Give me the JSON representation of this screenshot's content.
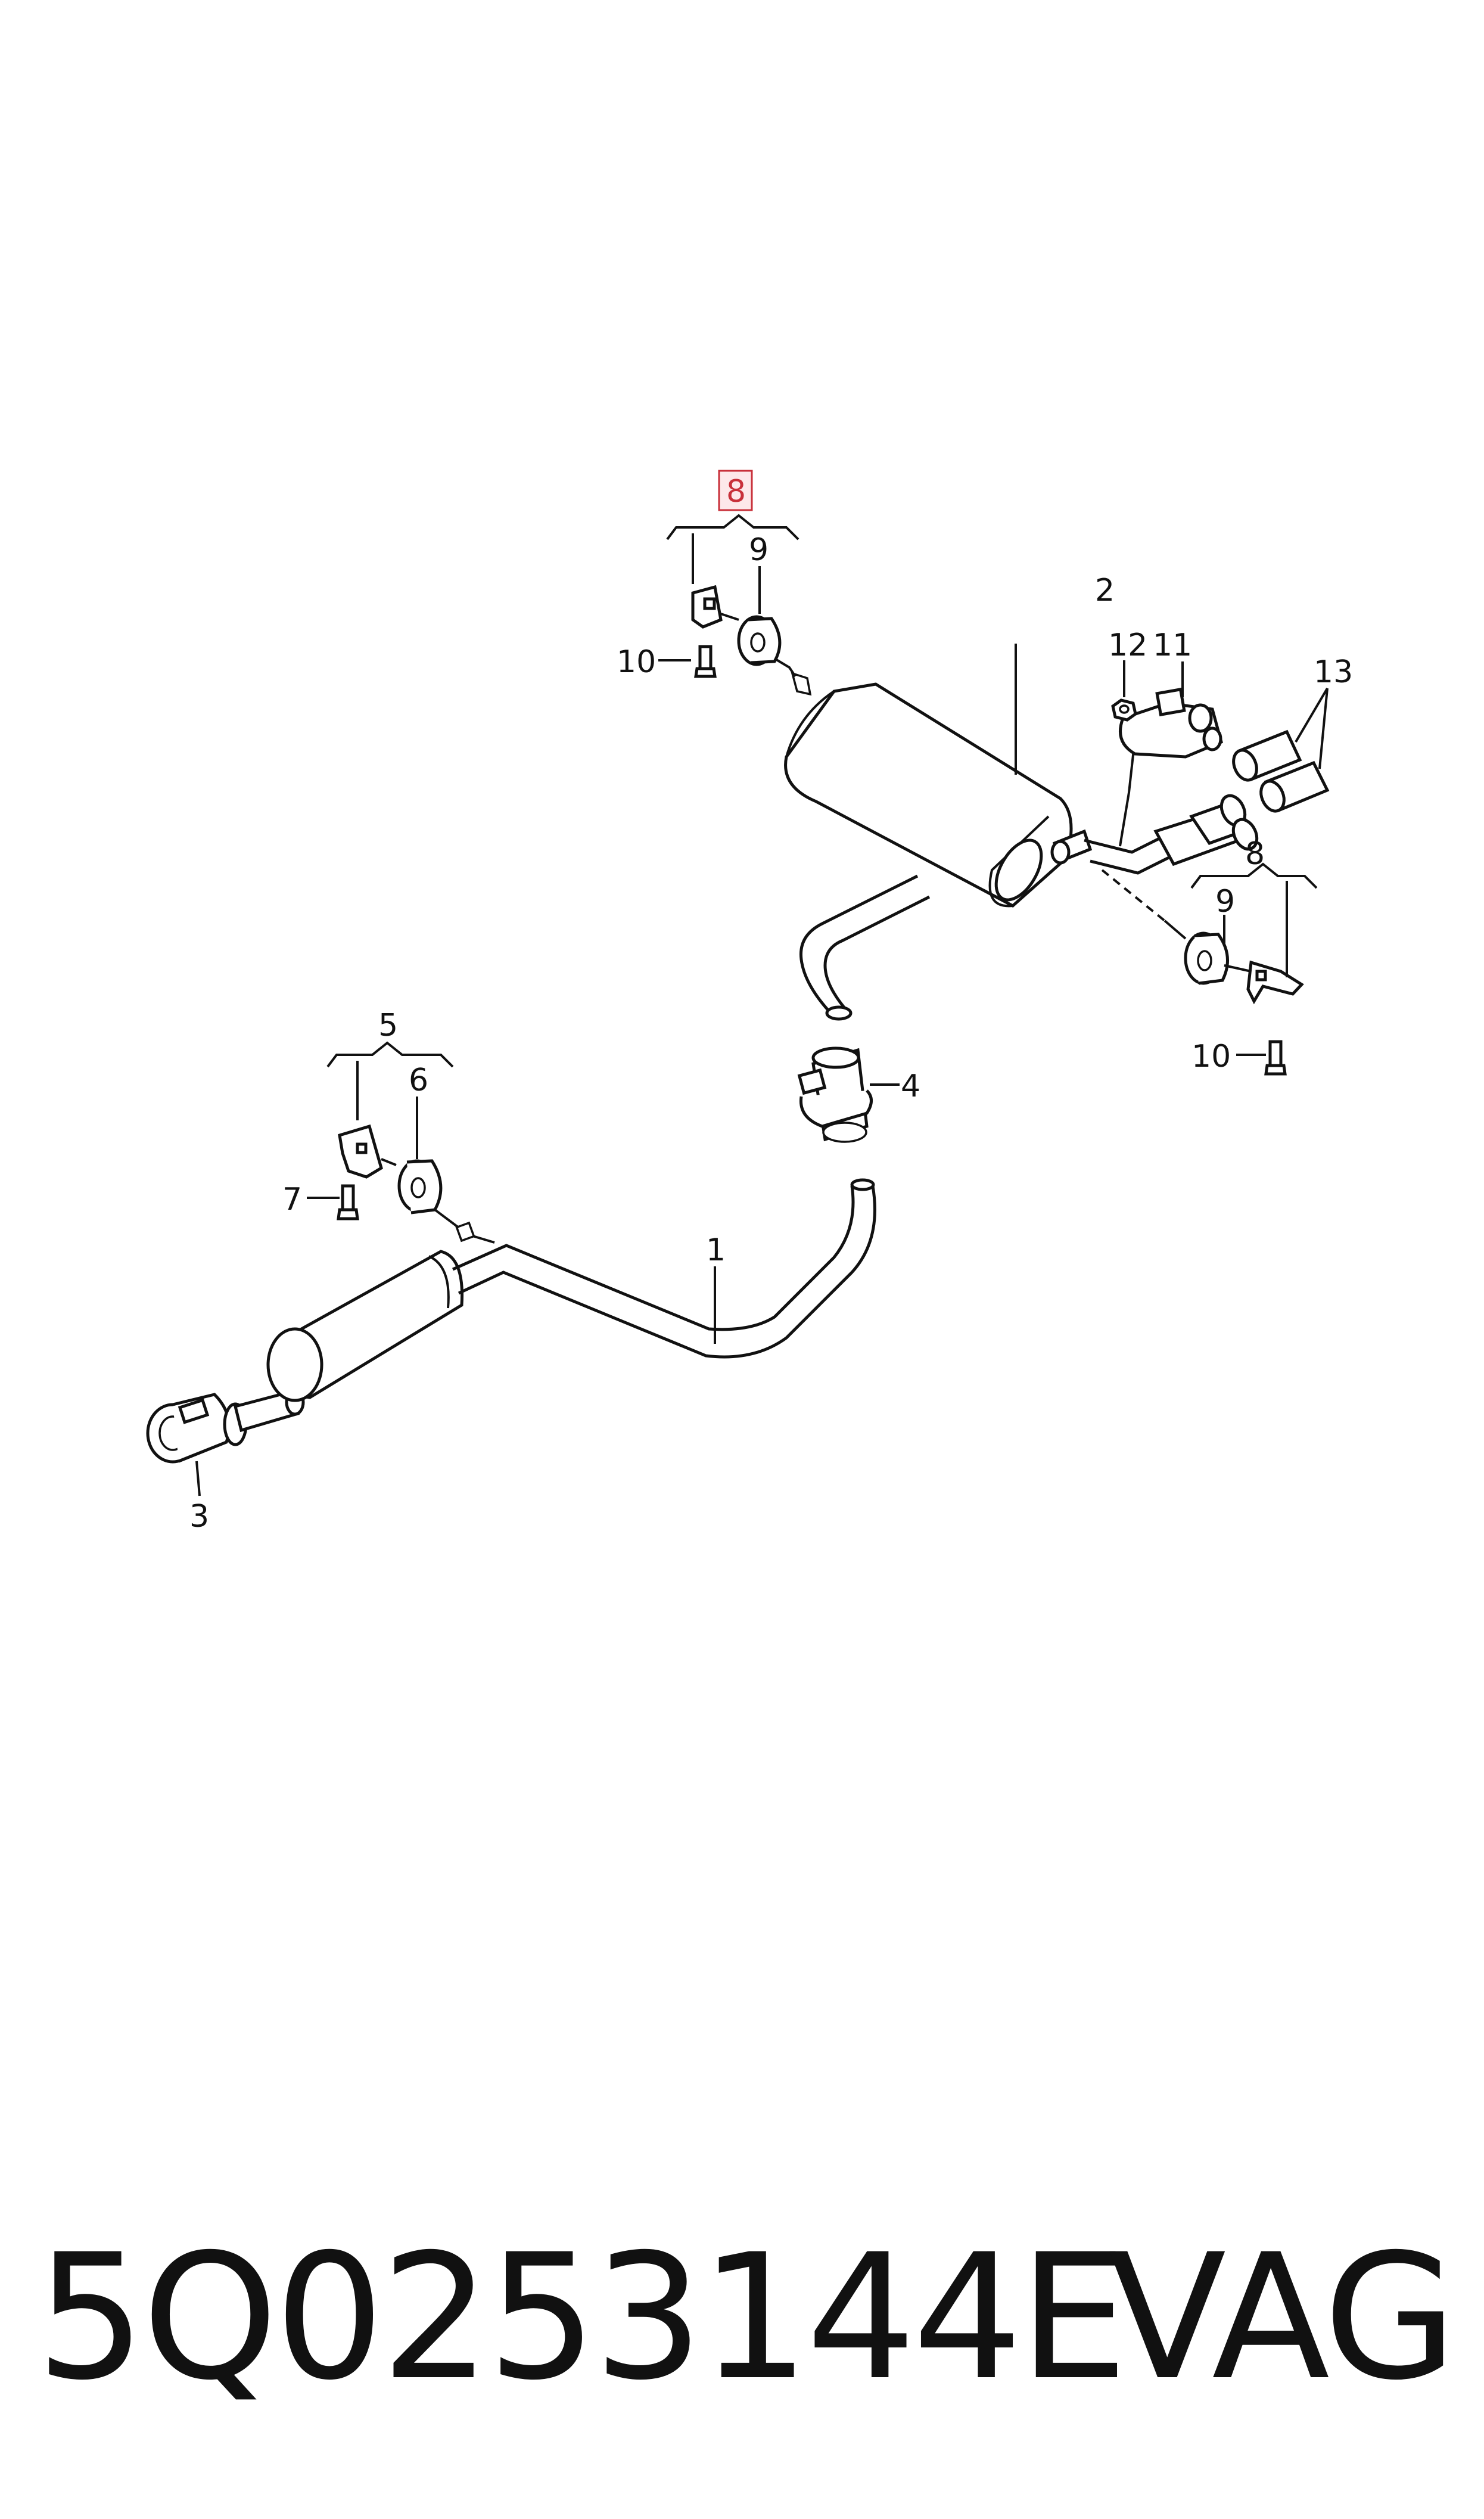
{
  "callouts": {
    "c1": "1",
    "c2": "2",
    "c3": "3",
    "c4": "4",
    "c5": "5",
    "c6": "6",
    "c7": "7",
    "c8_top": "8",
    "c8_right": "8",
    "c9_top": "9",
    "c9_right": "9",
    "c10_top": "10",
    "c10_right": "10",
    "c11": "11",
    "c12": "12",
    "c13": "13"
  },
  "highlight": {
    "callout": "8",
    "color": "#c8303a"
  },
  "caption": {
    "part_number": "5Q0253144E",
    "brand": "VAG"
  }
}
